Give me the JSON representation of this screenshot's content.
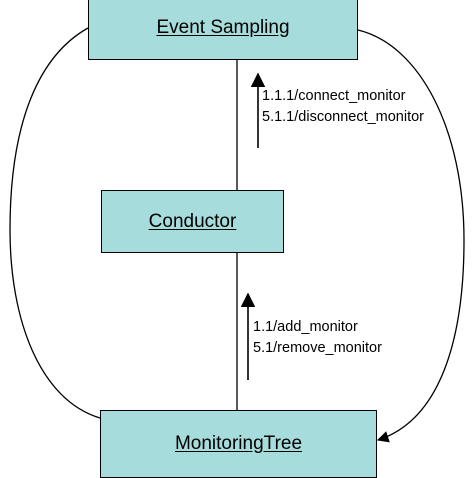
{
  "nodes": {
    "event_sampling": "Event Sampling",
    "conductor": "Conductor",
    "monitoring_tree": "MonitoringTree"
  },
  "messages": {
    "conductor_to_event_sampling": [
      "1.1.1/connect_monitor",
      "5.1.1/disconnect_monitor"
    ],
    "monitoring_tree_to_conductor": [
      "1.1/add_monitor",
      "5.1/remove_monitor"
    ]
  }
}
